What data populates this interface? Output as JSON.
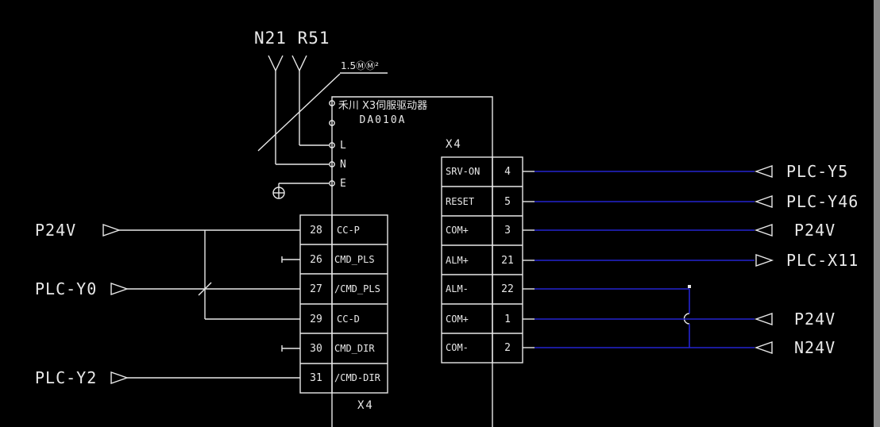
{
  "colors": {
    "background": "#000000",
    "line": "#e8e8e8",
    "wire_blue": "#2424d0",
    "text": "#e8e8e8",
    "scrollbar": "#8a8a8a"
  },
  "annotations": {
    "circuit_ref": "N21 R51",
    "cable_spec": "1.5ⓂⓂ²"
  },
  "drive": {
    "title": "禾川 X3伺服驱动器",
    "model": "DA010A",
    "power_pins": [
      "L",
      "N",
      "E"
    ]
  },
  "left_terminal": {
    "connector_label": "X4",
    "rows": [
      {
        "pin": "28",
        "label": "CC-P"
      },
      {
        "pin": "26",
        "label": "CMD_PLS"
      },
      {
        "pin": "27",
        "label": "/CMD_PLS"
      },
      {
        "pin": "29",
        "label": "CC-D"
      },
      {
        "pin": "30",
        "label": "CMD_DIR"
      },
      {
        "pin": "31",
        "label": "/CMD-DIR"
      }
    ]
  },
  "right_terminal": {
    "connector_label": "X4",
    "rows": [
      {
        "label": "SRV-ON",
        "pin": "4"
      },
      {
        "label": "RESET",
        "pin": "5"
      },
      {
        "label": "COM+",
        "pin": "3"
      },
      {
        "label": "ALM+",
        "pin": "21"
      },
      {
        "label": "ALM-",
        "pin": "22"
      },
      {
        "label": "COM+",
        "pin": "1"
      },
      {
        "label": "COM-",
        "pin": "2"
      }
    ]
  },
  "left_signals": [
    {
      "label": "P24V",
      "direction": "input"
    },
    {
      "label": "PLC-Y0",
      "direction": "input"
    },
    {
      "label": "PLC-Y2",
      "direction": "input"
    }
  ],
  "right_signals": [
    {
      "label": "PLC-Y5",
      "direction": "input"
    },
    {
      "label": "PLC-Y46",
      "direction": "input"
    },
    {
      "label": "P24V",
      "direction": "input"
    },
    {
      "label": "PLC-X11",
      "direction": "output"
    },
    {
      "label": "P24V",
      "direction": "input"
    },
    {
      "label": "N24V",
      "direction": "input"
    }
  ]
}
